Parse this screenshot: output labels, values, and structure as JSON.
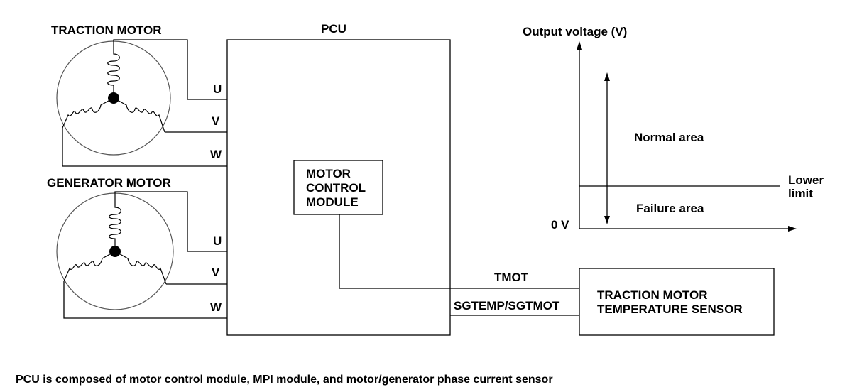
{
  "labels": {
    "traction_motor": "TRACTION MOTOR",
    "generator_motor": "GENERATOR MOTOR",
    "pcu": "PCU",
    "phase_u": "U",
    "phase_v": "V",
    "phase_w": "W",
    "mcm_line1": "MOTOR",
    "mcm_line2": "CONTROL",
    "mcm_line3": "MODULE",
    "tmot": "TMOT",
    "sgtemp": "SGTEMP/SGTMOT",
    "sensor_line1": "TRACTION MOTOR",
    "sensor_line2": "TEMPERATURE SENSOR"
  },
  "graph": {
    "ylabel": "Output voltage (V)",
    "normal_area": "Normal area",
    "failure_area": "Failure area",
    "lower_limit_line1": "Lower",
    "lower_limit_line2": "limit",
    "zero": "0 V"
  },
  "caption": "PCU is composed of motor control module, MPI module, and motor/generator phase current sensor"
}
